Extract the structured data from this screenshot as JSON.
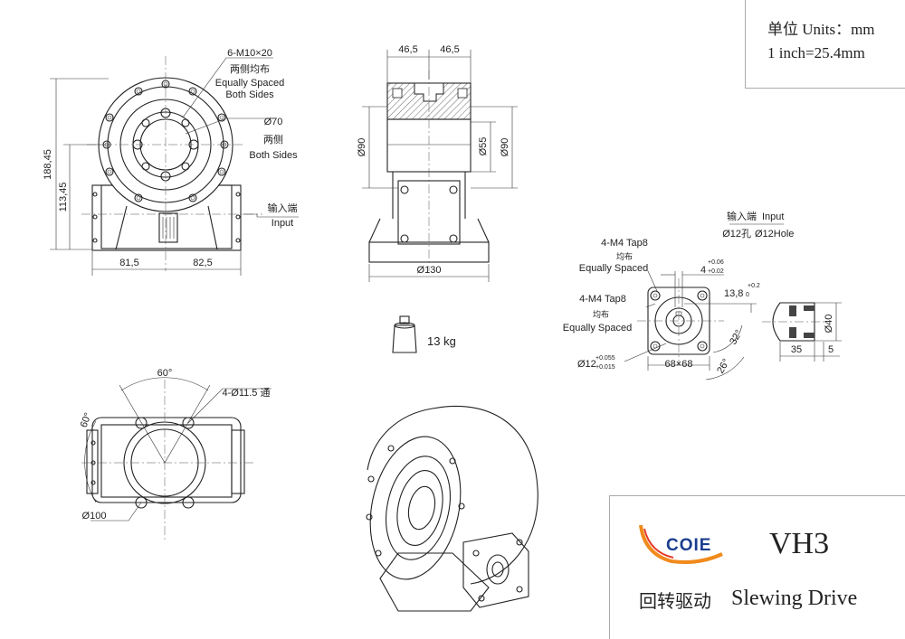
{
  "units": {
    "line1": "单位 Units：mm",
    "line2": "1 inch=25.4mm"
  },
  "front_view": {
    "callout_bolts": "6-M10×20",
    "callout_bolts_cn": "两侧均布",
    "callout_bolts_en1": "Equally Spaced",
    "callout_bolts_en2": "Both Sides",
    "callout_dia": "Ø70",
    "callout_dia_cn": "两侧",
    "callout_dia_en": "Both Sides",
    "dim_height_total": "188,45",
    "dim_height_axis": "113,45",
    "dim_left": "81,5",
    "dim_right": "82,5",
    "input_cn": "输入端",
    "input_en": "Input"
  },
  "side_view": {
    "dim_top_left": "46,5",
    "dim_top_right": "46,5",
    "dim_left_dia": "Ø90",
    "dim_inner_dia": "Ø55",
    "dim_right_dia": "Ø90",
    "dim_base": "Ø130"
  },
  "weight": {
    "value": "13 kg",
    "icon": "weight-icon"
  },
  "input_detail": {
    "header_cn": "输入端",
    "header_en": "Input",
    "hole_cn": "Ø12孔",
    "hole_en": "Ø12Hole",
    "tap_top": "4-M4 Tap8",
    "tap_top_cn": "均布",
    "tap_top_en": "Equally Spaced",
    "tap_mid": "4-M4 Tap8",
    "tap_mid_cn": "均布",
    "tap_mid_en": "Equally Spaced",
    "key_width": "4",
    "key_width_tol_upper": "+0.06",
    "key_width_tol_lower": "+0.02",
    "key_depth": "13,8",
    "key_depth_tol_upper": "+0.2",
    "key_depth_tol_lower": "0",
    "bore": "Ø12",
    "bore_tol_upper": "+0.055",
    "bore_tol_lower": "+0.015",
    "square": "68×68",
    "angle_a": "32°",
    "angle_b": "26°",
    "section_dia": "Ø40",
    "section_len_a": "35",
    "section_len_b": "5"
  },
  "bottom_view": {
    "angle_top": "60°",
    "angle_left": "60°",
    "holes": "4-Ø11.5 通",
    "dia": "Ø100"
  },
  "title_block": {
    "logo_text": "COIE",
    "model": "VH3",
    "name_cn": "回转驱动",
    "name_en": "Slewing Drive"
  }
}
